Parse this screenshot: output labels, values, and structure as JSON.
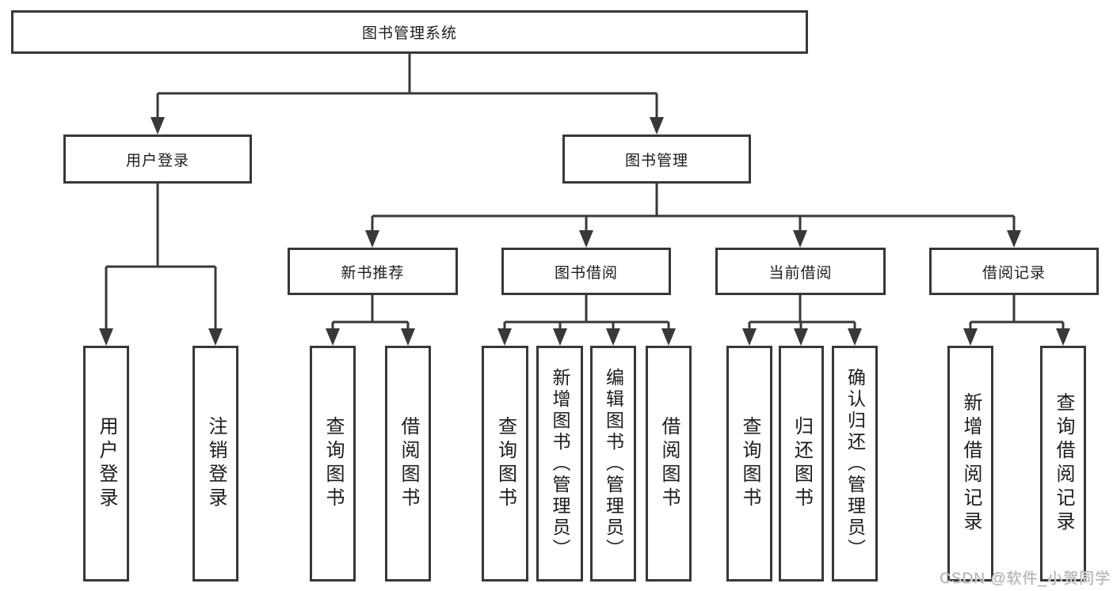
{
  "tree": {
    "root": {
      "label": "图书管理系统"
    },
    "branches": [
      {
        "label": "用户登录",
        "leaves": [
          {
            "label": "用户登录"
          },
          {
            "label": "注销登录"
          }
        ]
      },
      {
        "label": "图书管理",
        "groups": [
          {
            "label": "新书推荐",
            "leaves": [
              {
                "label": "查询图书"
              },
              {
                "label": "借阅图书"
              }
            ]
          },
          {
            "label": "图书借阅",
            "leaves": [
              {
                "label": "查询图书"
              },
              {
                "label": "新增图书（管理员）"
              },
              {
                "label": "编辑图书（管理员）"
              },
              {
                "label": "借阅图书"
              }
            ]
          },
          {
            "label": "当前借阅",
            "leaves": [
              {
                "label": "查询图书"
              },
              {
                "label": "归还图书"
              },
              {
                "label": "确认归还（管理员）"
              }
            ]
          },
          {
            "label": "借阅记录",
            "leaves": [
              {
                "label": "新增借阅记录"
              },
              {
                "label": "查询借阅记录"
              }
            ]
          }
        ]
      }
    ]
  },
  "watermark": {
    "text": "CSDN @软件_小贺同学"
  },
  "colors": {
    "line": "#383838",
    "box_border": "#383838",
    "box_background": "#ffffff",
    "text": "#1c1c1c",
    "watermark": "#b3b3b3"
  }
}
